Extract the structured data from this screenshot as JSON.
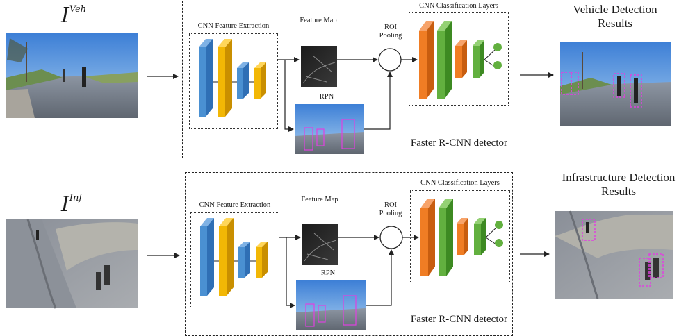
{
  "rows": [
    {
      "id": "vehicle",
      "input_symbol": "I",
      "input_superscript": "Veh",
      "cnn_feature_extraction": "CNN Feature Extraction",
      "feature_map": "Feature Map",
      "rpn": "RPN",
      "roi_pooling": "ROI Pooling",
      "cnn_classification_layers": "CNN Classification Layers",
      "detector_name": "Faster R-CNN detector",
      "results_title": "Vehicle Detection Results"
    },
    {
      "id": "infrastructure",
      "input_symbol": "I",
      "input_superscript": "Inf",
      "cnn_feature_extraction": "CNN Feature Extraction",
      "feature_map": "Feature Map",
      "rpn": "RPN",
      "roi_pooling": "ROI Pooling",
      "cnn_classification_layers": "CNN Classification Layers",
      "detector_name": "Faster R-CNN detector",
      "results_title": "Infrastructure Detection Results"
    }
  ],
  "colors": {
    "blue": "#4a90d2",
    "yellow": "#f2b705",
    "orange": "#f07d24",
    "green": "#62b03f",
    "detection_box": "#e040e0"
  }
}
